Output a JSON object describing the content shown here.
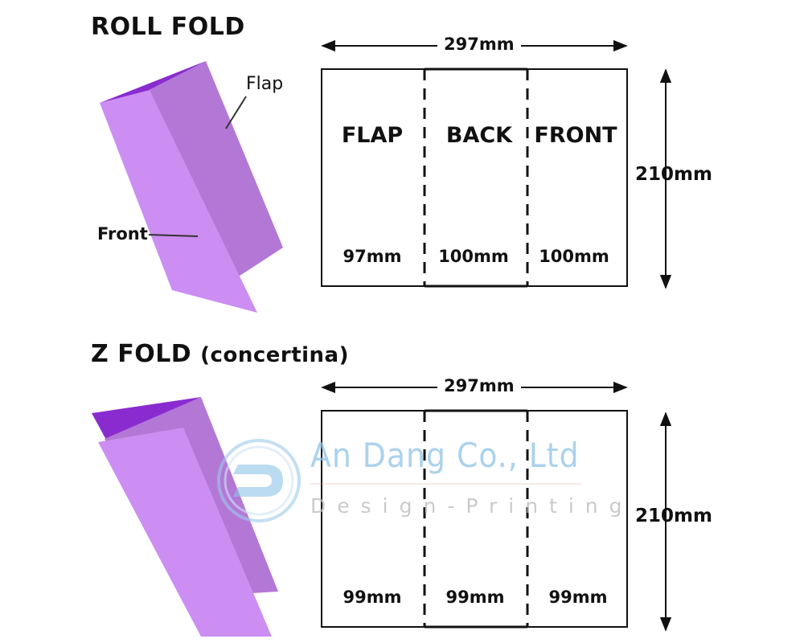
{
  "roll_fold": {
    "heading": "ROLL FOLD",
    "callout_flap": "Flap",
    "callout_front": "Front",
    "total_width": "297mm",
    "total_height": "210mm",
    "panels": [
      {
        "label": "FLAP",
        "width": "97mm"
      },
      {
        "label": "BACK",
        "width": "100mm"
      },
      {
        "label": "FRONT",
        "width": "100mm"
      }
    ]
  },
  "z_fold": {
    "heading": "Z FOLD",
    "heading_paren": "(concertina)",
    "total_width": "297mm",
    "total_height": "210mm",
    "panels": [
      {
        "width": "99mm"
      },
      {
        "width": "99mm"
      },
      {
        "width": "99mm"
      }
    ]
  },
  "watermark": {
    "name": "An Dang Co., Ltd",
    "tagline": "Design-Printing"
  },
  "colors": {
    "panel_light": "#cc88f0",
    "panel_mid": "#b070d8",
    "panel_dark": "#8a2bd0",
    "watermark_blue": "#8fc4e8"
  }
}
